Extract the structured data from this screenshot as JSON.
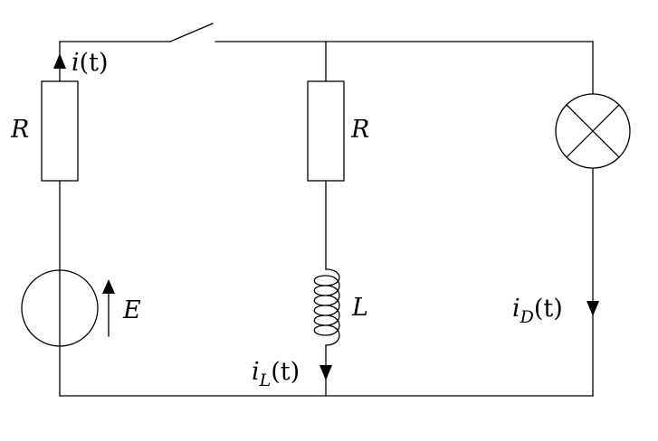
{
  "labels": {
    "resistor_left": "R",
    "resistor_middle": "R",
    "inductor": "L",
    "source": "E",
    "current_i": {
      "base": "i",
      "arg": "(t)"
    },
    "current_iL": {
      "base": "i",
      "sub": "L",
      "arg": "(t)"
    },
    "current_iD": {
      "base": "i",
      "sub": "D",
      "arg": "(t)"
    }
  }
}
